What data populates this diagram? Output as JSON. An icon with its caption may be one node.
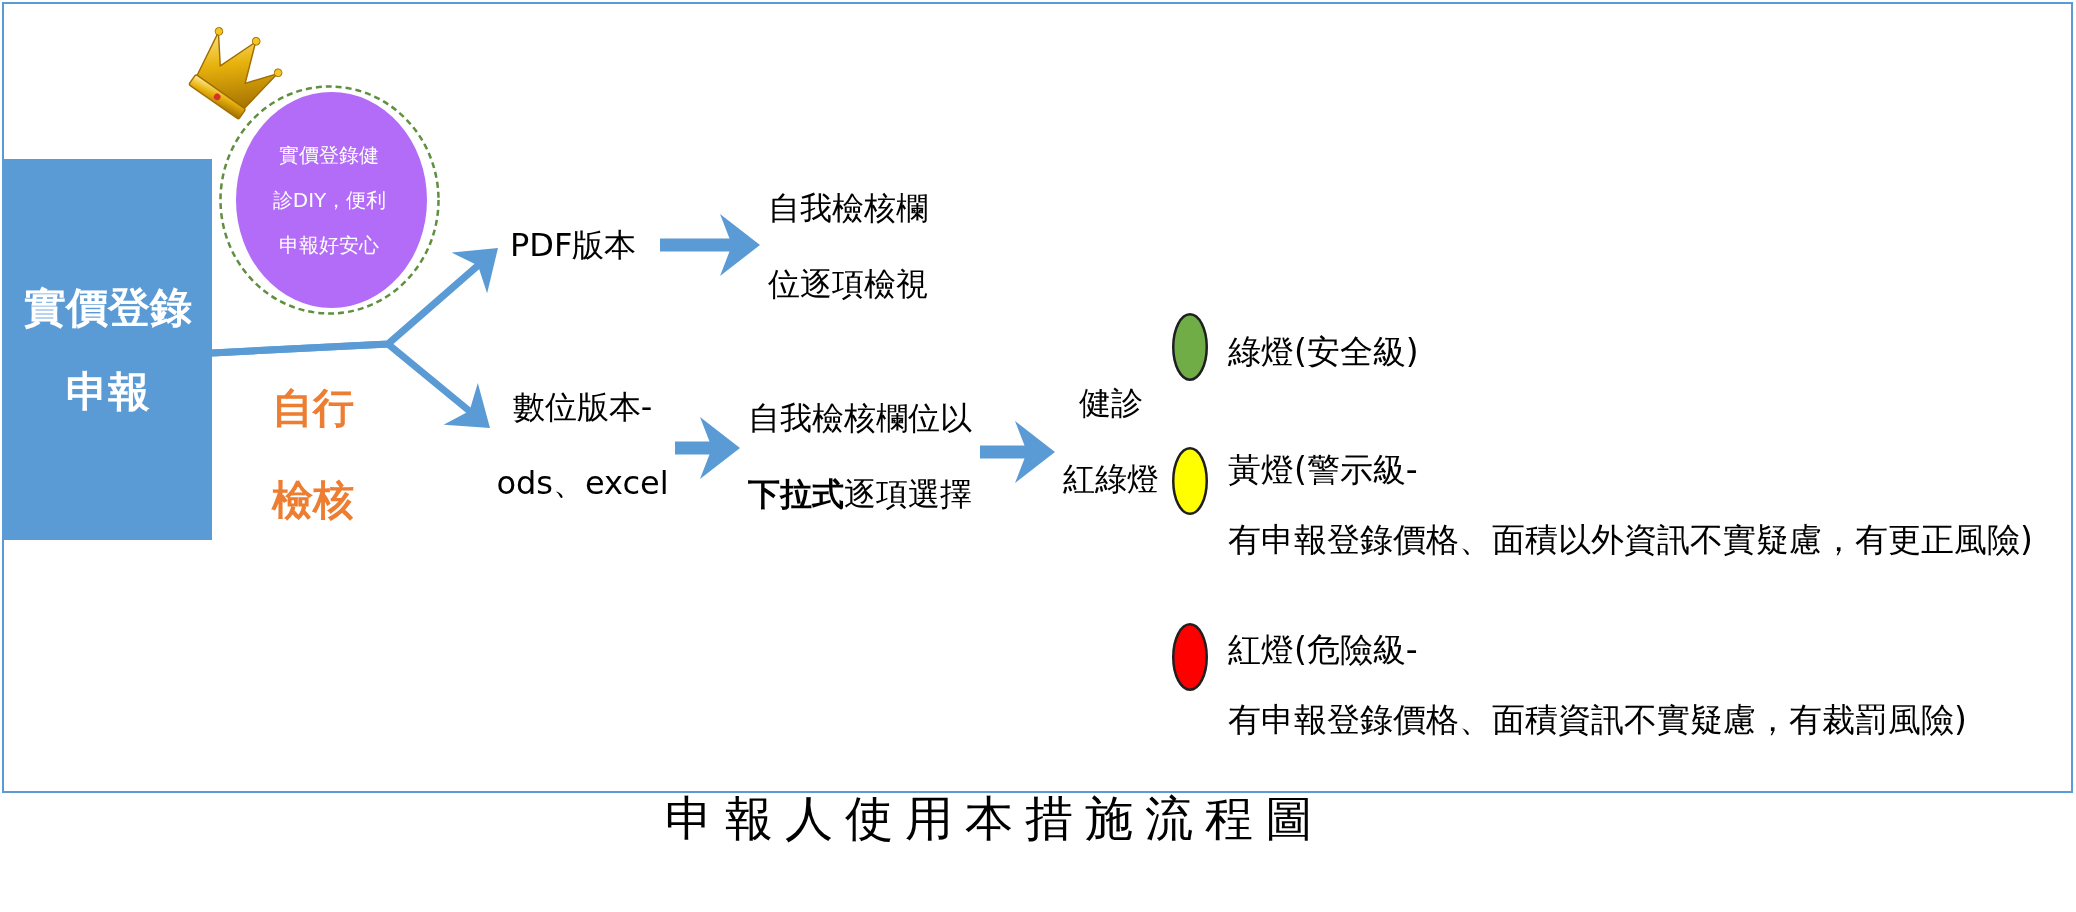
{
  "diagram": {
    "caption": "申報人使用本措施流程圖",
    "nodes": [
      {
        "text": [
          "實價登錄申報"
        ]
      },
      {
        "text": [
          "實價登錄健診DIY，便利申報好安心"
        ]
      },
      {
        "text": [
          "PDF版本"
        ]
      },
      {
        "text": [
          "自我檢核欄位逐項檢視"
        ]
      },
      {
        "text": [
          "數位版本-ods、excel"
        ]
      },
      {
        "text": [
          "自我檢核欄位以**下拉式**逐項選擇"
        ]
      },
      {
        "text": [
          "健診紅綠燈"
        ]
      }
    ],
    "edges": [
      {
        "from": 0,
        "to": 2,
        "arrow": "to"
      },
      {
        "from": 0,
        "to": 4,
        "arrow": "to"
      },
      {
        "from": 2,
        "to": 3,
        "arrow": "to"
      },
      {
        "from": 4,
        "to": 5,
        "arrow": "to"
      },
      {
        "from": 5,
        "to": 6,
        "arrow": "to"
      }
    ],
    "labels": [
      "自行檢核"
    ],
    "legend": [
      {
        "text": "綠燈(安全級)",
        "color": "#70ad47"
      },
      {
        "text": "黃燈(警示級-有申報登錄價格、面積以外資訊不實疑慮，有更正風險)",
        "color": "#ffff00"
      },
      {
        "text": "紅燈(危險級-有申報登錄價格、面積資訊不實疑慮，有裁罰風險)",
        "color": "#ff0000"
      }
    ]
  }
}
